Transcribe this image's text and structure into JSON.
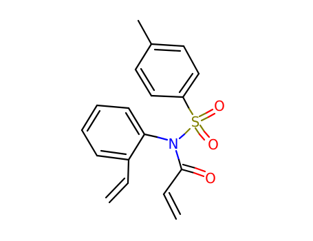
{
  "molecule": {
    "atoms": {
      "sulfur": {
        "label": "S",
        "color": "#808000"
      },
      "nitrogen": {
        "label": "N",
        "color": "#0000ff"
      },
      "oxygen_sulfonyl_1": {
        "label": "O",
        "color": "#ff0000"
      },
      "oxygen_sulfonyl_2": {
        "label": "O",
        "color": "#ff0000"
      },
      "oxygen_carbonyl": {
        "label": "O",
        "color": "#ff0000"
      }
    },
    "bond_color": "#000000"
  }
}
